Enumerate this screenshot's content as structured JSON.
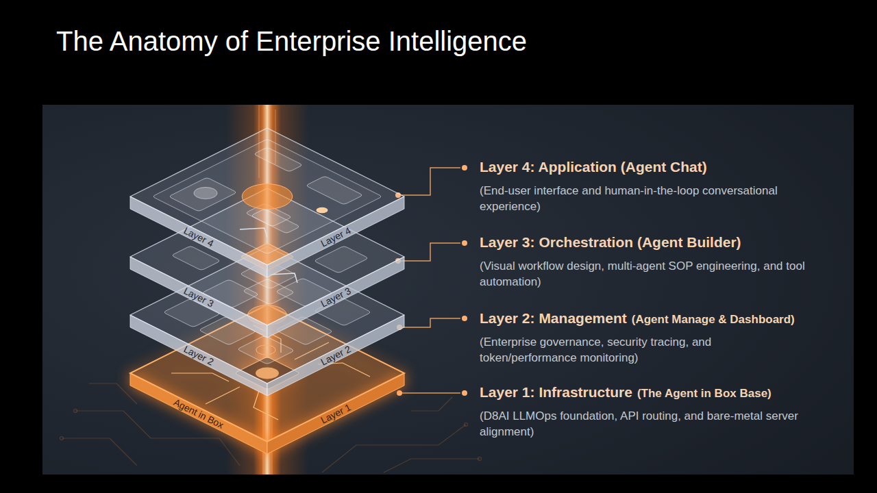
{
  "diagram": {
    "title": "The Anatomy of Enterprise Intelligence",
    "nodes": [
      {
        "text": [
          "Layer 4",
          "Layer 4"
        ]
      },
      {
        "text": [
          "Layer 3",
          "Layer 3"
        ]
      },
      {
        "text": [
          "Layer 2",
          "Layer 2"
        ]
      },
      {
        "text": [
          "Agent in Box",
          "Layer 1"
        ]
      }
    ],
    "labels": [
      "Layer 4: Application (Agent Chat)",
      "(End-user interface and human-in-the-loop conversational experience)",
      "Layer 3: Orchestration (Agent Builder)",
      "(Visual workflow design, multi-agent SOP engineering, and tool automation)",
      "Layer 2: Management",
      "(Agent Manage & Dashboard)",
      "(Enterprise governance, security tracing, and token/performance monitoring)",
      "Layer 1: Infrastructure",
      "(The Agent in Box Base)",
      "(D8AI LLMOps foundation, API routing, and bare-metal server alignment)"
    ]
  }
}
